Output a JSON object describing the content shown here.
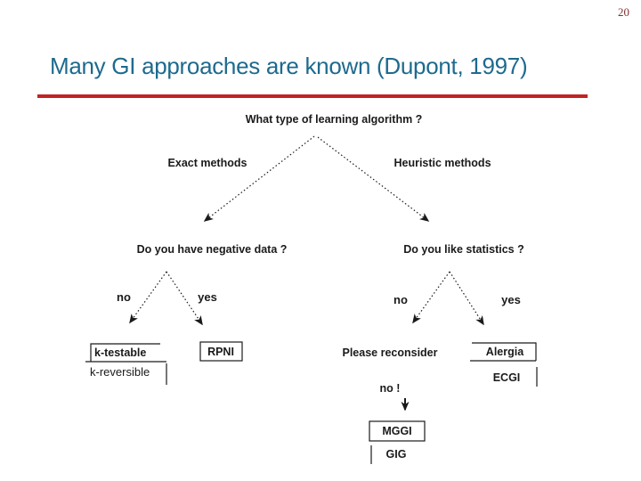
{
  "page_number": "20",
  "title": "Many GI approaches are known (Dupont, 1997)",
  "colors": {
    "title_text": "#1e6a8e",
    "title_rule": "#c32222",
    "page_number": "#7d3232",
    "diagram_ink": "#1a1a1a"
  },
  "diagram": {
    "root_question": "What type of learning algorithm ?",
    "left_branch_label": "Exact methods",
    "right_branch_label": "Heuristic methods",
    "left": {
      "question": "Do you have negative data ?",
      "no_label": "no",
      "yes_label": "yes",
      "no_items": [
        "k-testable",
        "k-reversible"
      ],
      "yes_items": [
        "RPNI"
      ]
    },
    "right": {
      "question": "Do you like statistics ?",
      "no_label": "no",
      "yes_label": "yes",
      "no_item": "Please reconsider",
      "followup_label": "no !",
      "followup_items": [
        "MGGI",
        "GIG"
      ],
      "yes_items": [
        "Alergia",
        "ECGI"
      ]
    }
  }
}
